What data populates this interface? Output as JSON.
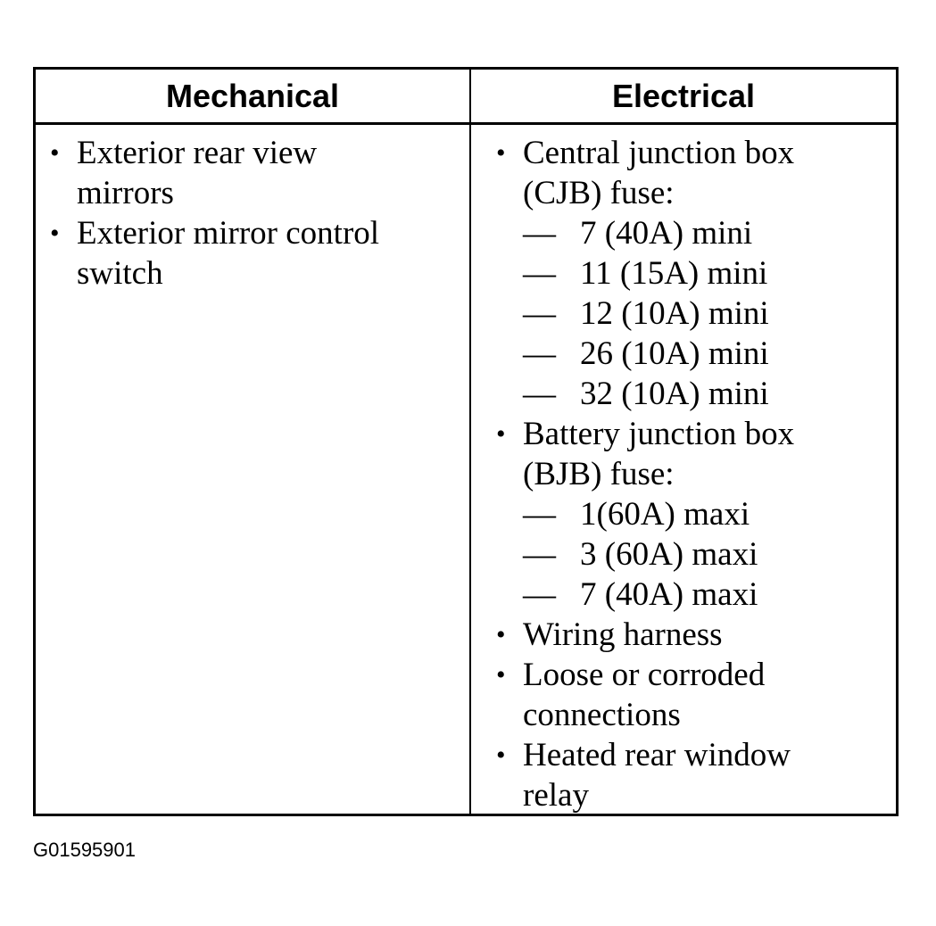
{
  "table": {
    "headers": {
      "mechanical": "Mechanical",
      "electrical": "Electrical"
    },
    "bullet_symbol": "•",
    "dash_symbol": "—",
    "mechanical_items": [
      [
        "Exterior rear view",
        "mirrors"
      ],
      [
        "Exterior mirror control",
        "switch"
      ]
    ],
    "electrical_items": [
      {
        "lines": [
          "Central junction box",
          "(CJB) fuse:"
        ],
        "subitems": [
          "7 (40A) mini",
          "11 (15A) mini",
          "12 (10A) mini",
          "26 (10A) mini",
          "32 (10A) mini"
        ]
      },
      {
        "lines": [
          "Battery junction box",
          "(BJB) fuse:"
        ],
        "subitems": [
          "1(60A) maxi",
          "3 (60A) maxi",
          "7 (40A) maxi"
        ]
      },
      {
        "lines": [
          "Wiring harness"
        ],
        "subitems": []
      },
      {
        "lines": [
          "Loose or corroded",
          "connections"
        ],
        "subitems": []
      },
      {
        "lines": [
          "Heated rear window",
          "relay"
        ],
        "subitems": []
      }
    ]
  },
  "figure_id": "G01595901"
}
